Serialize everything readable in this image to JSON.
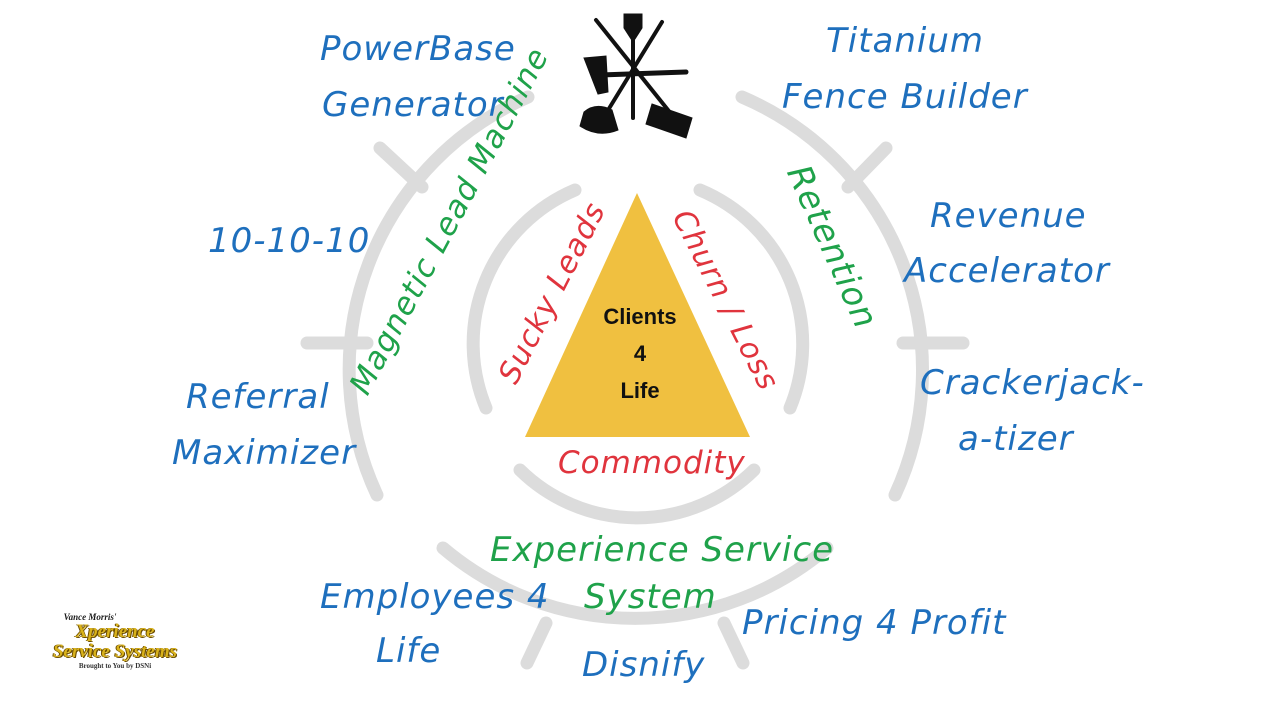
{
  "center": {
    "line1": "Clients",
    "line2": "4",
    "line3": "Life"
  },
  "triangle_sides": {
    "left": "Sucky Leads",
    "right": "Churn / Loss",
    "bottom": "Commodity"
  },
  "inner_ring": {
    "left": "Magnetic Lead Machine",
    "right": "Retention",
    "bottom_line1": "Experience Service",
    "bottom_line2": "System"
  },
  "outer_items": {
    "powerbase_line1": "PowerBase",
    "powerbase_line2": "Generator",
    "titanium_line1": "Titanium",
    "titanium_line2": "Fence Builder",
    "ten": "10-10-10",
    "revenue_line1": "Revenue",
    "revenue_line2": "Accelerator",
    "referral_line1": "Referral",
    "referral_line2": "Maximizer",
    "crackerjack_line1": "Crackerjack-",
    "crackerjack_line2": "a-tizer",
    "employees_line1": "Employees 4",
    "employees_line2": "Life",
    "pricing": "Pricing 4 Profit",
    "disnify": "Disnify"
  },
  "logo": {
    "byline": "Vance Morris'",
    "brand_line1": "Xperience",
    "brand_line2": "Service Systems",
    "tagline": "Brought to You by DSNi"
  },
  "colors": {
    "outer_text": "#1e6fbd",
    "ring_text": "#1fa24a",
    "triangle_text": "#e0343d",
    "triangle_fill": "#f0c040",
    "rings": "#dcdcdc"
  },
  "icons": [
    "tools-icon"
  ]
}
